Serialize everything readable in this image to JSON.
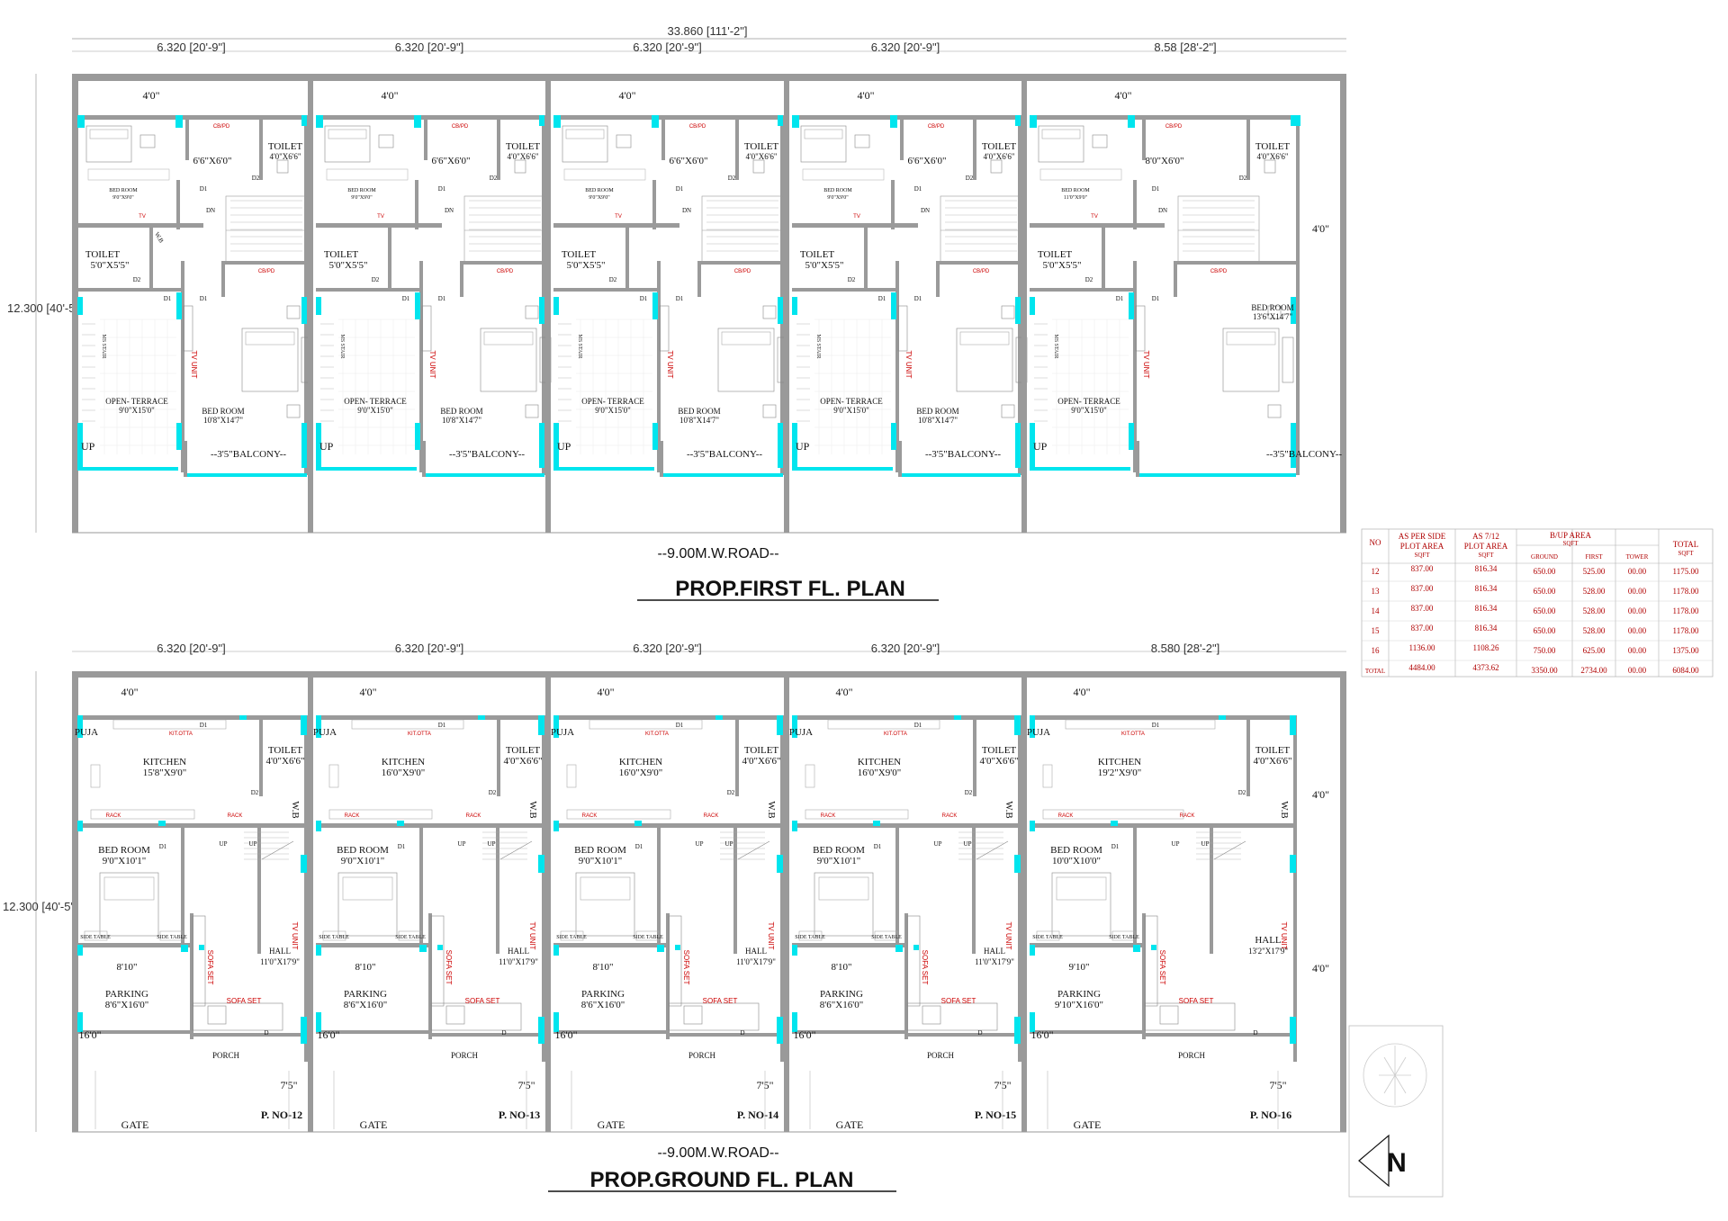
{
  "overall_width": "33.860 [111'-2\"]",
  "top_widths": [
    "6.320 [20'-9\"]",
    "6.320 [20'-9\"]",
    "6.320 [20'-9\"]",
    "6.320 [20'-9\"]",
    "8.58 [28'-2\"]"
  ],
  "bottom_widths": [
    "6.320 [20'-9\"]",
    "6.320 [20'-9\"]",
    "6.320 [20'-9\"]",
    "6.320 [20'-9\"]",
    "8.580 [28'-2\"]"
  ],
  "depth_label": "12.300 [40'-5\"]",
  "road_label": "--9.00M.W.ROAD--",
  "first_title": "PROP.FIRST FL. PLAN",
  "ground_title": "PROP.GROUND FL. PLAN",
  "north": "N",
  "side_dims": {
    "ff": "4'0\"",
    "gf_top": "4'0\"",
    "gf_bottom": "4'0\""
  },
  "first_floor": {
    "front_gap": "4'0\"",
    "bed1_label": "BED ROOM",
    "passage_sizes": [
      "6'6\"X6'0\"",
      "6'6\"X6'0\"",
      "6'6\"X6'0\"",
      "6'6\"X6'0\"",
      "8'0\"X6'0\""
    ],
    "bed1_sizes": [
      "9'0\"X9'0\"",
      "9'0\"X9'0\"",
      "9'0\"X9'0\"",
      "9'0\"X9'0\"",
      "11'0\"X9'0\""
    ],
    "toilet1": "TOILET",
    "toilet1_size": "4'0\"X6'6\"",
    "toilet2": "TOILET",
    "toilet2_size": "5'0\"X5'5\"",
    "ms_stair": "MS STAIR",
    "terrace": "OPEN- TERRACE",
    "terrace_size": "9'0\"X15'0\"",
    "bed2_label": "BED ROOM",
    "bed2_sizes": [
      "10'8\"X14'7\"",
      "10'8\"X14'7\"",
      "10'8\"X14'7\"",
      "10'8\"X14'7\"",
      "13'6\"X14'7\""
    ],
    "balcony": "--3'5\"BALCONY--",
    "up": "UP",
    "dn": "DN",
    "cbpd": "CB/PD",
    "tv_unit": "TV UNIT",
    "wb": "W.B",
    "d1": "D1",
    "d2": "D2",
    "tv": "TV"
  },
  "ground_floor": {
    "front_gap": "4'0\"",
    "puja": "PUJA",
    "kit_otta": "KIT.OTTA",
    "kitchen": "KITCHEN",
    "kitchen_sizes": [
      "15'8\"X9'0\"",
      "16'0\"X9'0\"",
      "16'0\"X9'0\"",
      "16'0\"X9'0\"",
      "19'2\"X9'0\""
    ],
    "toilet": "TOILET",
    "toilet_size": "4'0\"X6'6\"",
    "rack": "RACK",
    "wb": "W.B",
    "bed_label": "BED ROOM",
    "bed_sizes": [
      "9'0\"X10'1\"",
      "9'0\"X10'1\"",
      "9'0\"X10'1\"",
      "9'0\"X10'1\"",
      "10'0\"X10'0\""
    ],
    "side_table": "SIDE TABLE",
    "sofa_set": "SOFA SET",
    "tv_unit": "TV UNIT",
    "hall": "HALL",
    "hall_sizes": [
      "11'0\"X17'9\"",
      "11'0\"X17'9\"",
      "11'0\"X17'9\"",
      "11'0\"X17'9\"",
      "13'2\"X17'9\""
    ],
    "park_width": [
      "8'10\"",
      "8'10\"",
      "8'10\"",
      "8'10\"",
      "9'10\""
    ],
    "parking": "PARKING",
    "parking_sizes": [
      "8'6\"X16'0\"",
      "8'6\"X16'0\"",
      "8'6\"X16'0\"",
      "8'6\"X16'0\"",
      "9'10\"X16'0\""
    ],
    "depth16": "16'0\"",
    "porch": "PORCH",
    "porch_dim": "7'5\"",
    "gate": "GATE",
    "plot_nos": [
      "P. NO-12",
      "P. NO-13",
      "P. NO-14",
      "P. NO-15",
      "P. NO-16"
    ],
    "up": "UP",
    "d": "D",
    "d1": "D1",
    "d2": "D2"
  },
  "area_table": {
    "headers": {
      "no": "NO",
      "as_per_side": "AS PER SIDE",
      "as_per_side_2": "PLOT AREA",
      "as_per_side_unit": "SQFT",
      "as712": "AS 7/12",
      "as712_2": "PLOT AREA",
      "as712_unit": "SQFT",
      "builtup": "B/UP AREA",
      "builtup_unit": "SQFT",
      "ground": "GROUND",
      "first": "FIRST",
      "tower": "TOWER",
      "total": "TOTAL",
      "total_unit": "SQFT"
    },
    "rows": [
      [
        "12",
        "837.00",
        "816.34",
        "650.00",
        "525.00",
        "00.00",
        "1175.00"
      ],
      [
        "13",
        "837.00",
        "816.34",
        "650.00",
        "528.00",
        "00.00",
        "1178.00"
      ],
      [
        "14",
        "837.00",
        "816.34",
        "650.00",
        "528.00",
        "00.00",
        "1178.00"
      ],
      [
        "15",
        "837.00",
        "816.34",
        "650.00",
        "528.00",
        "00.00",
        "1178.00"
      ],
      [
        "16",
        "1136.00",
        "1108.26",
        "750.00",
        "625.00",
        "00.00",
        "1375.00"
      ],
      [
        "TOTAL",
        "4484.00",
        "4373.62",
        "3350.00",
        "2734.00",
        "00.00",
        "6084.00"
      ]
    ]
  },
  "colors": {
    "wall": "#9a9a9a",
    "window": "#00e5ee",
    "table_text": "#b00000",
    "annotation_red": "#cc0000"
  }
}
